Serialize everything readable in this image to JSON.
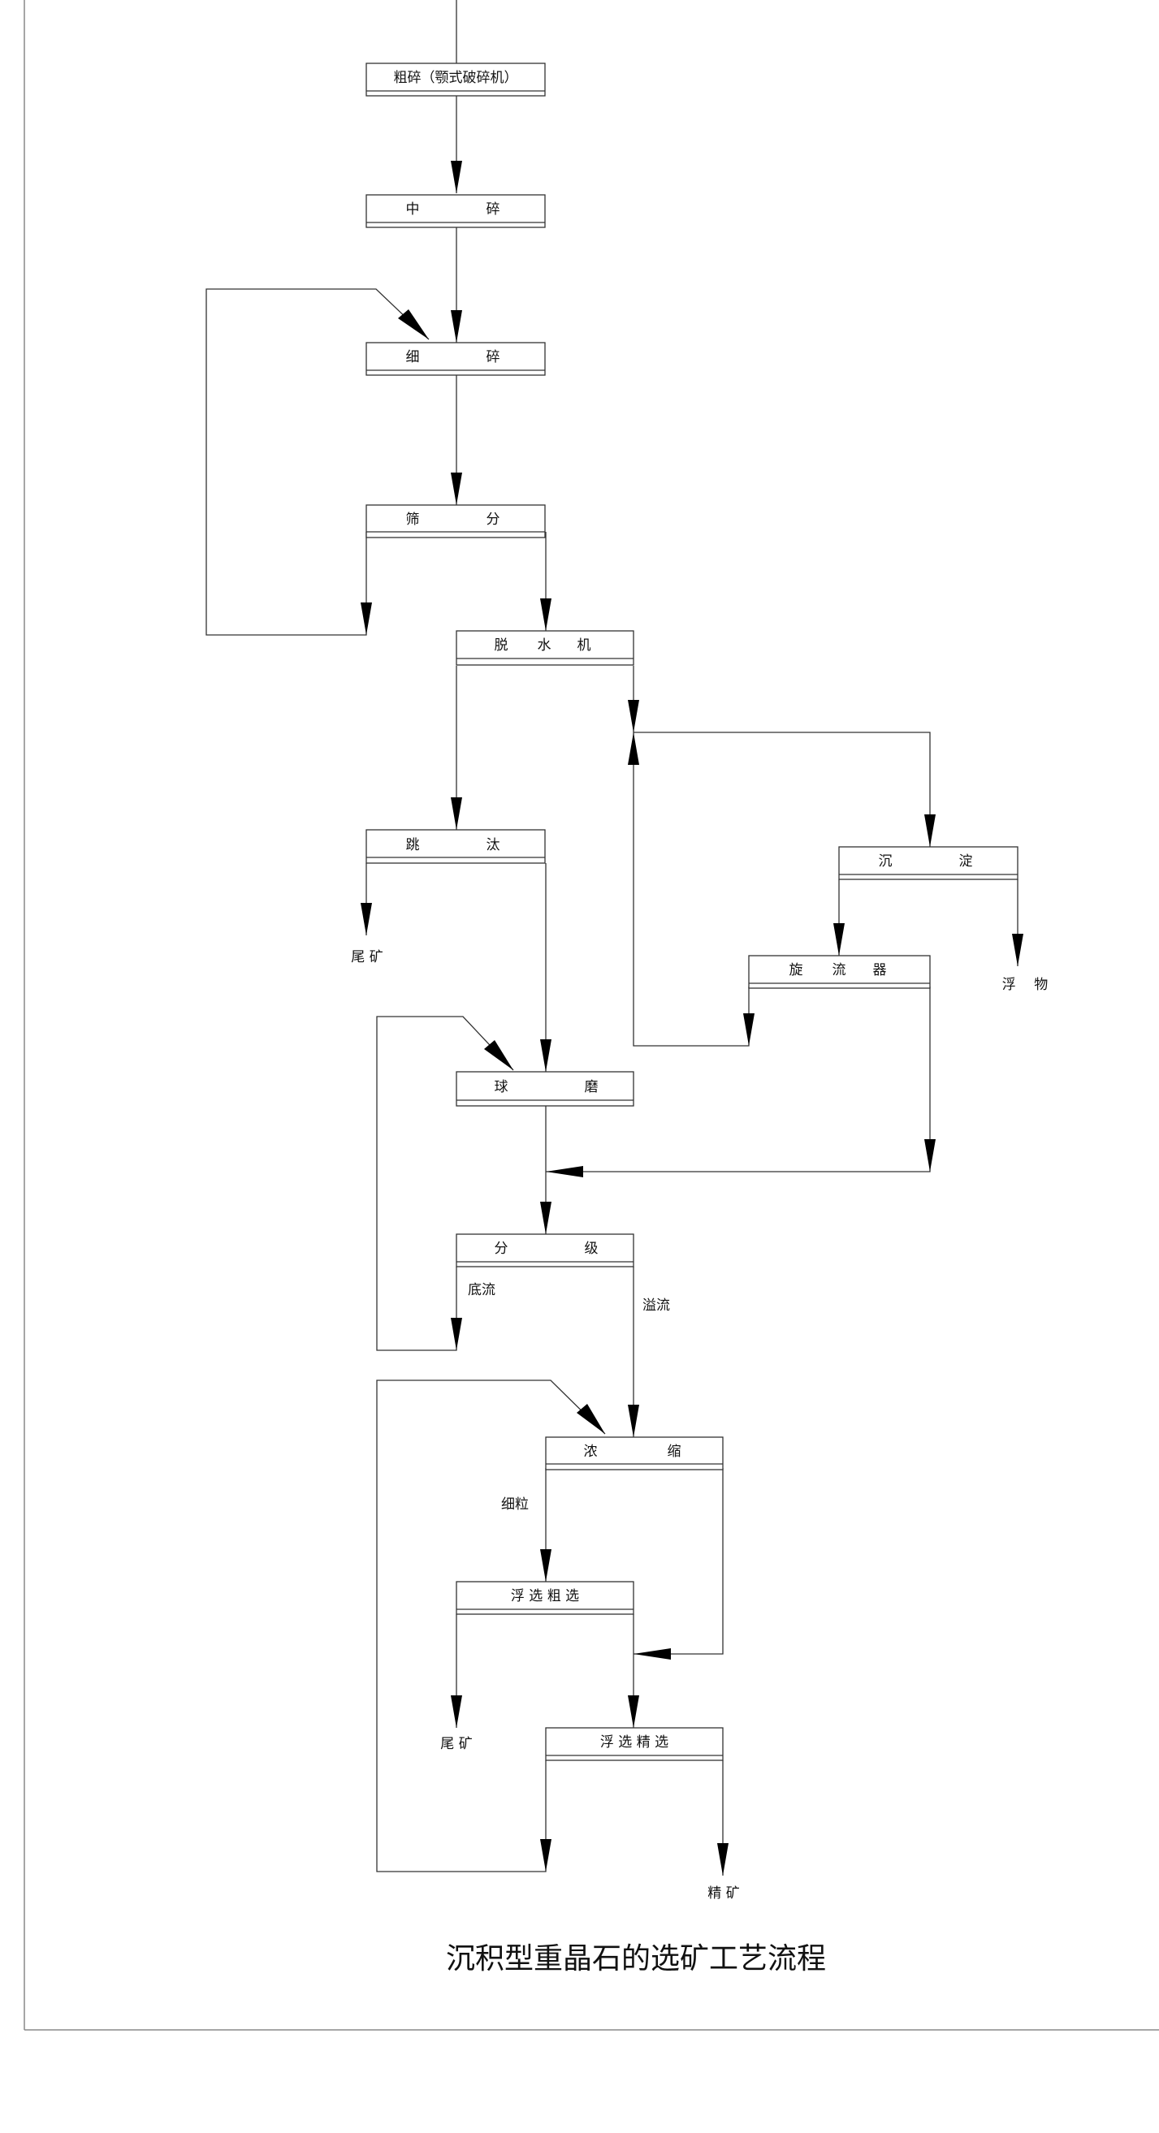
{
  "nodes": {
    "coarse_crush": {
      "label": "粗碎（颚式破碎机）"
    },
    "medium_crush": {
      "parts": [
        "中",
        "碎"
      ]
    },
    "fine_crush": {
      "parts": [
        "细",
        "碎"
      ]
    },
    "screening": {
      "parts": [
        "筛",
        "分"
      ]
    },
    "dewatering": {
      "parts": [
        "脱",
        "水",
        "机"
      ]
    },
    "jigging": {
      "parts": [
        "跳",
        "汰"
      ]
    },
    "sedimentation": {
      "parts": [
        "沉",
        "淀"
      ]
    },
    "cyclone": {
      "parts": [
        "旋",
        "流",
        "器"
      ]
    },
    "ball_mill": {
      "parts": [
        "球",
        "磨"
      ]
    },
    "classifier": {
      "parts": [
        "分",
        "级"
      ]
    },
    "thickener": {
      "parts": [
        "浓",
        "缩"
      ]
    },
    "flotation_rough": {
      "label": "浮 选 粗 选"
    },
    "flotation_clean": {
      "label": "浮 选 精 选"
    }
  },
  "labels": {
    "tailings_1": "尾 矿",
    "floats": "浮　 物",
    "underflow": "底流",
    "overflow": "溢流",
    "fine_particles": "细粒",
    "tailings_2": "尾 矿",
    "concentrate": "精 矿"
  },
  "caption": "沉积型重晶石的选矿工艺流程"
}
